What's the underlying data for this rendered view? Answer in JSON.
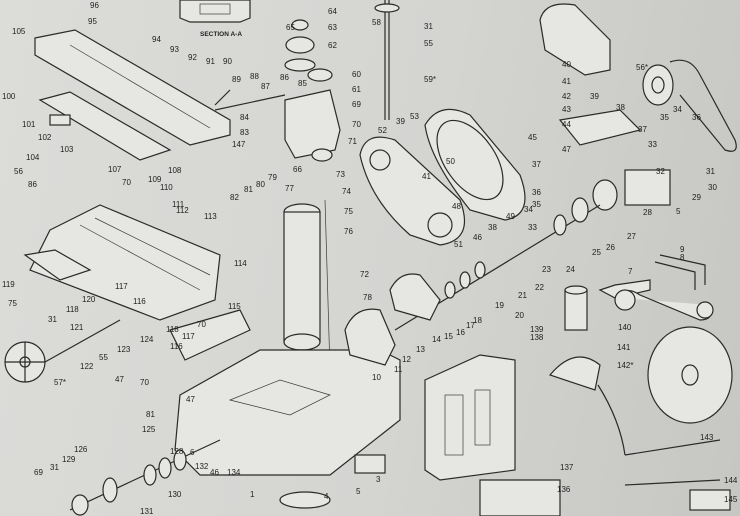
{
  "diagram": {
    "type": "exploded parts diagram",
    "section_label": "SECTION A-A",
    "labels": [
      "96",
      "95",
      "105",
      "64",
      "58",
      "31",
      "63",
      "55",
      "94",
      "93",
      "65",
      "62",
      "92",
      "91",
      "90",
      "59*",
      "60",
      "89",
      "88",
      "86",
      "61",
      "87",
      "85",
      "69",
      "84",
      "70",
      "101",
      "102",
      "103",
      "100",
      "83",
      "147",
      "71",
      "56",
      "104",
      "86",
      "107",
      "70",
      "109",
      "108",
      "82",
      "81",
      "80",
      "79",
      "66",
      "73",
      "74",
      "110",
      "111",
      "112",
      "113",
      "77",
      "75",
      "76",
      "52",
      "53",
      "39",
      "45",
      "50",
      "41",
      "49",
      "48",
      "46",
      "51",
      "38",
      "33",
      "40",
      "41",
      "39",
      "42",
      "43",
      "44",
      "47",
      "37",
      "36",
      "35",
      "34",
      "56*",
      "38",
      "35",
      "34",
      "36",
      "37",
      "33",
      "32",
      "31",
      "30",
      "29",
      "28",
      "5",
      "27",
      "26",
      "25",
      "24",
      "23",
      "22",
      "21",
      "19",
      "20",
      "18",
      "17",
      "16",
      "15",
      "14",
      "13",
      "12",
      "11",
      "10",
      "9",
      "8",
      "7",
      "140",
      "139",
      "138",
      "141",
      "142*",
      "143",
      "144",
      "145",
      "136",
      "137",
      "72",
      "78",
      "119",
      "75",
      "118",
      "120",
      "117",
      "116",
      "115",
      "118",
      "117",
      "70",
      "31",
      "121",
      "122",
      "123",
      "55",
      "47",
      "57*",
      "124",
      "116",
      "70",
      "47",
      "81",
      "125",
      "114",
      "128",
      "6",
      "132",
      "46",
      "134",
      "130",
      "126",
      "129",
      "31",
      "69",
      "131",
      "1",
      "4",
      "5",
      "3"
    ]
  }
}
